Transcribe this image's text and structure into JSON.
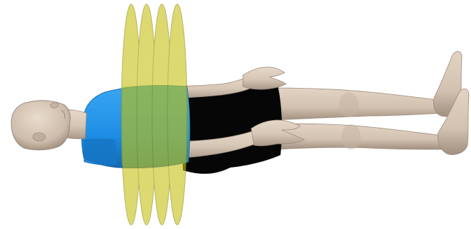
{
  "scene": {
    "subject": "mannequin-supine",
    "colors": {
      "background": "#ffffff",
      "skin": "#d8c8b8",
      "skin_shade": "#b9a89a",
      "skin_dark": "#8e7f73",
      "shirt": "#1e8ee6",
      "shirt_shade": "#1668b0",
      "shorts": "#050505",
      "plane_fill": "#c8c21a",
      "plane_stroke": "#8a860c",
      "plane_overlap_green": "#6fa85a"
    },
    "planes": {
      "count": 4,
      "orientation": "transverse",
      "fill_opacity": 0.55
    }
  }
}
